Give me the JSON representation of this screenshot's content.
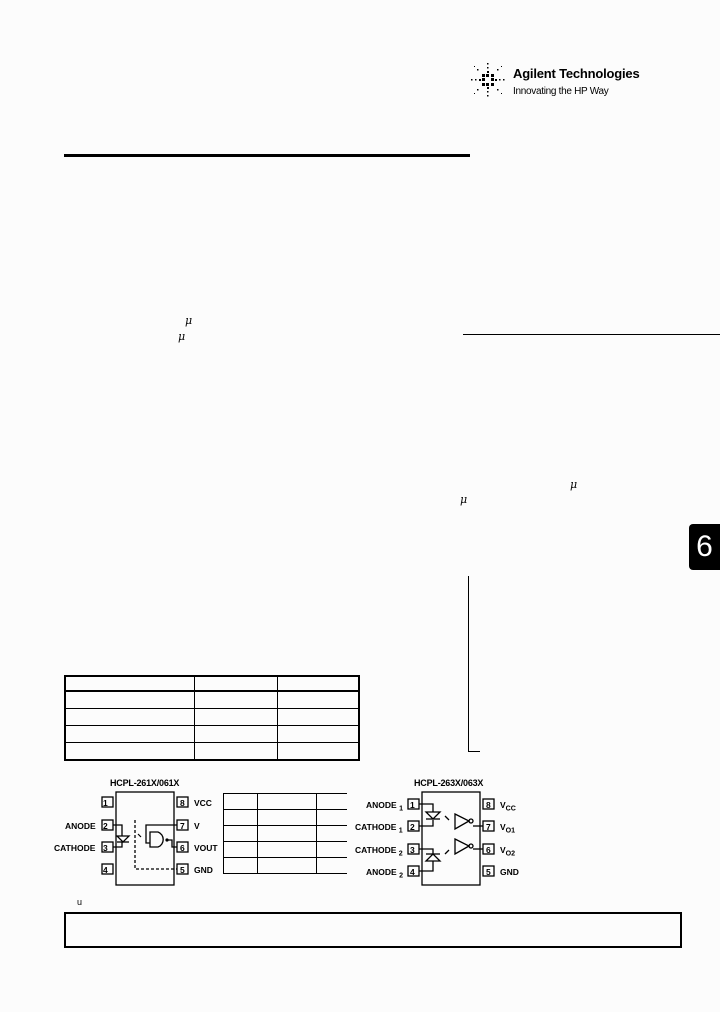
{
  "header": {
    "brand": "Agilent Technologies",
    "tagline": "Innovating the HP Way",
    "logo_icon": "agilent-spark-icon"
  },
  "body_fragments": {
    "mu_1": "μ",
    "mu_2": "μ",
    "mu_3": "μ",
    "mu_4": "μ"
  },
  "section_tab": {
    "label": "6"
  },
  "table_1": {
    "rows": 5,
    "columns": 3,
    "cells": [
      [
        "",
        "",
        ""
      ],
      [
        "",
        "",
        ""
      ],
      [
        "",
        "",
        ""
      ],
      [
        "",
        "",
        ""
      ],
      [
        "",
        "",
        ""
      ]
    ]
  },
  "diagram_left": {
    "title": "HCPL-261X/061X",
    "left_pins": [
      {
        "num": "1",
        "label": ""
      },
      {
        "num": "2",
        "label": "ANODE"
      },
      {
        "num": "3",
        "label": "CATHODE"
      },
      {
        "num": "4",
        "label": ""
      }
    ],
    "right_pins": [
      {
        "num": "8",
        "label": "VCC",
        "sub": "CC"
      },
      {
        "num": "7",
        "label": "V"
      },
      {
        "num": "6",
        "label": "VOUT",
        "sub": "OUT"
      },
      {
        "num": "5",
        "label": "GND"
      }
    ]
  },
  "table_2": {
    "rows": 5,
    "columns": 3,
    "cells": [
      [
        "",
        "",
        ""
      ],
      [
        "",
        "",
        ""
      ],
      [
        "",
        "",
        ""
      ],
      [
        "",
        "",
        ""
      ],
      [
        "",
        "",
        ""
      ]
    ]
  },
  "diagram_right": {
    "title": "HCPL-263X/063X",
    "left_pins": [
      {
        "num": "1",
        "label": "ANODE",
        "sub": "1"
      },
      {
        "num": "2",
        "label": "CATHODE",
        "sub": "1"
      },
      {
        "num": "3",
        "label": "CATHODE",
        "sub": "2"
      },
      {
        "num": "4",
        "label": "ANODE",
        "sub": "2"
      }
    ],
    "right_pins": [
      {
        "num": "8",
        "label": "V",
        "sub": "CC"
      },
      {
        "num": "7",
        "label": "V",
        "sub": "O1"
      },
      {
        "num": "6",
        "label": "V",
        "sub": "O2"
      },
      {
        "num": "5",
        "label": "GND"
      }
    ]
  },
  "footnote": {
    "mark": "u",
    "box_text": ""
  }
}
